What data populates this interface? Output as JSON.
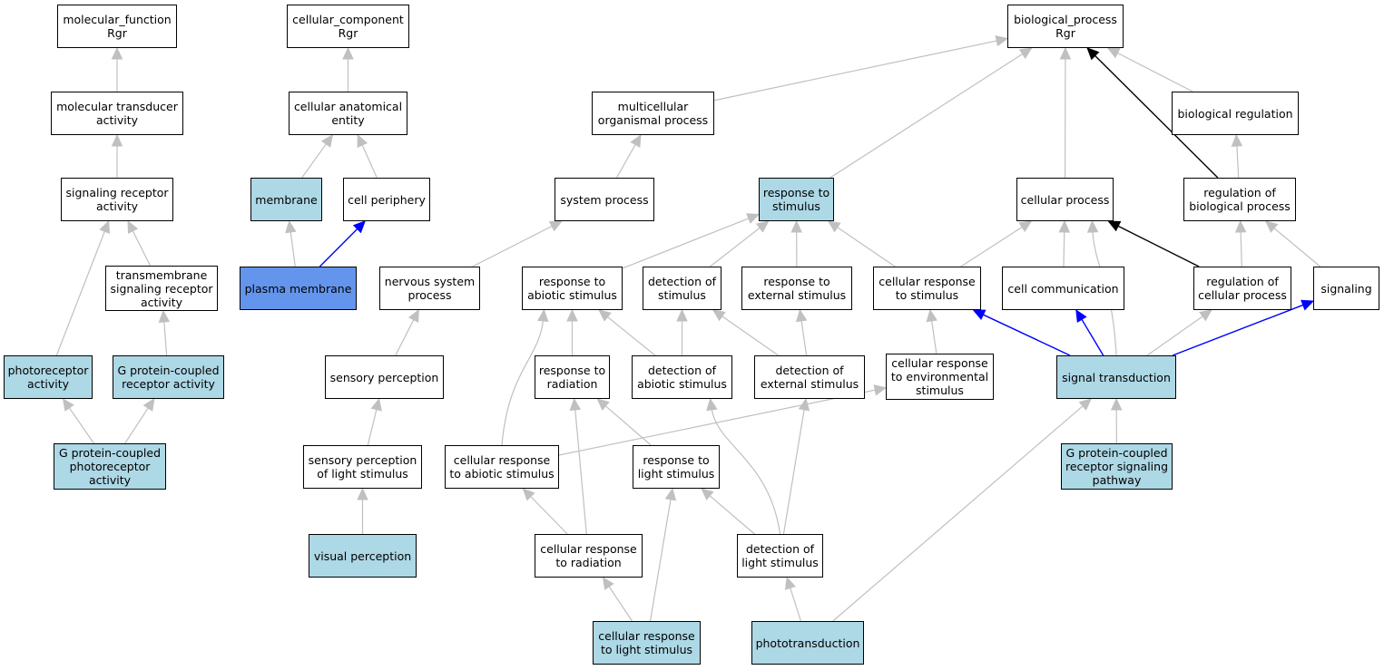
{
  "colors": {
    "default": "#ffffff",
    "highlight": "#add8e6",
    "focus": "#6495ed",
    "edge_gray": "#c0c0c0",
    "edge_blue": "#0000ff",
    "edge_black": "#000000"
  },
  "nodes": {
    "mf_root": "molecular_function\nRgr",
    "cc_root": "cellular_component\nRgr",
    "bp_root": "biological_process\nRgr",
    "mol_transducer": "molecular transducer\nactivity",
    "cell_anat_entity": "cellular anatomical\nentity",
    "multicell_proc": "multicellular\norganismal process",
    "bio_regulation": "biological regulation",
    "sig_receptor": "signaling receptor\nactivity",
    "membrane": "membrane",
    "cell_periphery": "cell periphery",
    "system_process": "system process",
    "resp_stimulus": "response to\nstimulus",
    "cellular_process": "cellular process",
    "reg_bio_process": "regulation of\nbiological process",
    "tm_sig_receptor": "transmembrane\nsignaling receptor\nactivity",
    "plasma_membrane": "plasma membrane",
    "nervous_system": "nervous system\nprocess",
    "resp_abiotic": "response to\nabiotic stimulus",
    "detection_stim": "detection of\nstimulus",
    "resp_external": "response to\nexternal stimulus",
    "cell_resp_stim": "cellular response\nto stimulus",
    "cell_comm": "cell communication",
    "reg_cell_process": "regulation of\ncellular process",
    "signaling": "signaling",
    "photoreceptor": "photoreceptor\nactivity",
    "gpcr_activity": "G protein-coupled\nreceptor activity",
    "sensory_perc": "sensory perception",
    "resp_radiation": "response to\nradiation",
    "detect_abiotic": "detection of\nabiotic stimulus",
    "detect_external": "detection of\nexternal stimulus",
    "cell_resp_env": "cellular response\nto environmental\nstimulus",
    "signal_transduction": "signal transduction",
    "gpcr_photoreceptor": "G protein-coupled\nphotoreceptor\nactivity",
    "sensory_light": "sensory perception\nof light stimulus",
    "cell_resp_abiotic": "cellular response\nto abiotic stimulus",
    "resp_light": "response to\nlight stimulus",
    "gpcr_pathway": "G protein-coupled\nreceptor signaling\npathway",
    "visual_perc": "visual perception",
    "cell_resp_radiation": "cellular response\nto radiation",
    "detect_light": "detection of\nlight stimulus",
    "cell_resp_light": "cellular response\nto light stimulus",
    "phototransduction": "phototransduction"
  },
  "edges": [
    {
      "from": "mol_transducer",
      "to": "mf_root",
      "color": "gray"
    },
    {
      "from": "sig_receptor",
      "to": "mol_transducer",
      "color": "gray"
    },
    {
      "from": "tm_sig_receptor",
      "to": "sig_receptor",
      "color": "gray"
    },
    {
      "from": "photoreceptor",
      "to": "sig_receptor",
      "color": "gray"
    },
    {
      "from": "gpcr_activity",
      "to": "tm_sig_receptor",
      "color": "gray"
    },
    {
      "from": "gpcr_photoreceptor",
      "to": "photoreceptor",
      "color": "gray"
    },
    {
      "from": "gpcr_photoreceptor",
      "to": "gpcr_activity",
      "color": "gray"
    },
    {
      "from": "cell_anat_entity",
      "to": "cc_root",
      "color": "gray"
    },
    {
      "from": "membrane",
      "to": "cell_anat_entity",
      "color": "gray"
    },
    {
      "from": "cell_periphery",
      "to": "cell_anat_entity",
      "color": "gray"
    },
    {
      "from": "plasma_membrane",
      "to": "membrane",
      "color": "gray"
    },
    {
      "from": "plasma_membrane",
      "to": "cell_periphery",
      "color": "blue"
    },
    {
      "from": "multicell_proc",
      "to": "bp_root",
      "color": "gray"
    },
    {
      "from": "resp_stimulus",
      "to": "bp_root",
      "color": "gray"
    },
    {
      "from": "cellular_process",
      "to": "bp_root",
      "color": "gray"
    },
    {
      "from": "reg_bio_process",
      "to": "bp_root",
      "color": "black"
    },
    {
      "from": "bio_regulation",
      "to": "bp_root",
      "color": "gray"
    },
    {
      "from": "system_process",
      "to": "multicell_proc",
      "color": "gray"
    },
    {
      "from": "nervous_system",
      "to": "system_process",
      "color": "gray"
    },
    {
      "from": "sensory_perc",
      "to": "nervous_system",
      "color": "gray"
    },
    {
      "from": "sensory_light",
      "to": "sensory_perc",
      "color": "gray"
    },
    {
      "from": "visual_perc",
      "to": "sensory_light",
      "color": "gray"
    },
    {
      "from": "reg_bio_process",
      "to": "bio_regulation",
      "color": "gray"
    },
    {
      "from": "reg_cell_process",
      "to": "reg_bio_process",
      "color": "gray"
    },
    {
      "from": "signaling",
      "to": "reg_bio_process",
      "color": "gray"
    },
    {
      "from": "reg_cell_process",
      "to": "cellular_process",
      "color": "black"
    },
    {
      "from": "cell_comm",
      "to": "cellular_process",
      "color": "gray"
    },
    {
      "from": "cell_resp_stim",
      "to": "cellular_process",
      "color": "gray"
    },
    {
      "from": "signal_transduction",
      "to": "cellular_process",
      "color": "gray",
      "curve": true
    },
    {
      "from": "resp_abiotic",
      "to": "resp_stimulus",
      "color": "gray"
    },
    {
      "from": "detection_stim",
      "to": "resp_stimulus",
      "color": "gray"
    },
    {
      "from": "resp_external",
      "to": "resp_stimulus",
      "color": "gray"
    },
    {
      "from": "cell_resp_stim",
      "to": "resp_stimulus",
      "color": "gray"
    },
    {
      "from": "resp_radiation",
      "to": "resp_abiotic",
      "color": "gray"
    },
    {
      "from": "detect_abiotic",
      "to": "resp_abiotic",
      "color": "gray"
    },
    {
      "from": "cell_resp_abiotic",
      "to": "resp_abiotic",
      "color": "gray",
      "curve": true
    },
    {
      "from": "detect_abiotic",
      "to": "detection_stim",
      "color": "gray"
    },
    {
      "from": "detect_external",
      "to": "detection_stim",
      "color": "gray"
    },
    {
      "from": "detect_external",
      "to": "resp_external",
      "color": "gray"
    },
    {
      "from": "cell_resp_env",
      "to": "cell_resp_stim",
      "color": "gray"
    },
    {
      "from": "signal_transduction",
      "to": "cell_resp_stim",
      "color": "blue"
    },
    {
      "from": "signal_transduction",
      "to": "cell_comm",
      "color": "blue"
    },
    {
      "from": "signal_transduction",
      "to": "reg_cell_process",
      "color": "gray"
    },
    {
      "from": "signal_transduction",
      "to": "signaling",
      "color": "blue"
    },
    {
      "from": "gpcr_pathway",
      "to": "signal_transduction",
      "color": "gray"
    },
    {
      "from": "resp_light",
      "to": "resp_radiation",
      "color": "gray"
    },
    {
      "from": "cell_resp_radiation",
      "to": "resp_radiation",
      "color": "gray"
    },
    {
      "from": "cell_resp_abiotic",
      "to": "cell_resp_env",
      "color": "gray"
    },
    {
      "from": "cell_resp_radiation",
      "to": "cell_resp_abiotic",
      "color": "gray"
    },
    {
      "from": "detect_light",
      "to": "resp_light",
      "color": "gray"
    },
    {
      "from": "detect_light",
      "to": "detect_abiotic",
      "color": "gray",
      "curve": true
    },
    {
      "from": "detect_light",
      "to": "detect_external",
      "color": "gray"
    },
    {
      "from": "cell_resp_light",
      "to": "resp_light",
      "color": "gray"
    },
    {
      "from": "cell_resp_light",
      "to": "cell_resp_radiation",
      "color": "gray"
    },
    {
      "from": "phototransduction",
      "to": "detect_light",
      "color": "gray"
    },
    {
      "from": "phototransduction",
      "to": "signal_transduction",
      "color": "gray"
    }
  ]
}
